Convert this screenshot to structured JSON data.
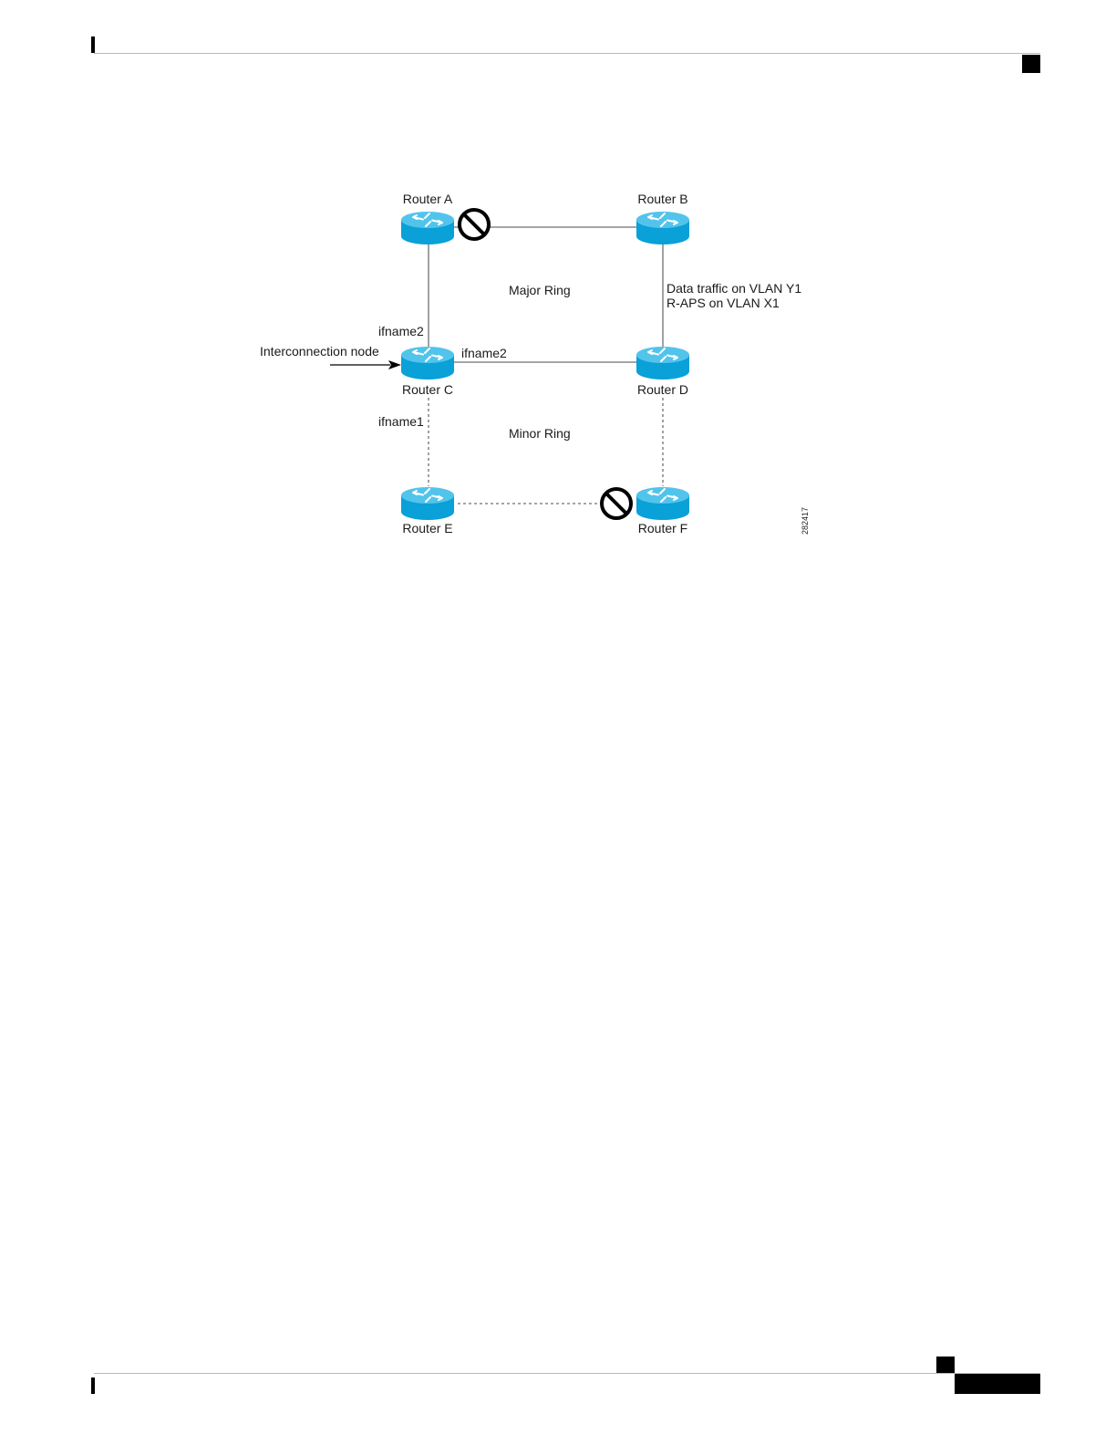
{
  "diagram": {
    "routers": {
      "a": "Router A",
      "b": "Router B",
      "c": "Router C",
      "d": "Router D",
      "e": "Router E",
      "f": "Router F"
    },
    "rings": {
      "major": "Major Ring",
      "minor": "Minor Ring"
    },
    "vlan_note": {
      "line1": "Data traffic on VLAN Y1",
      "line2": "R-APS on VLAN X1"
    },
    "interfaces": {
      "c_up": "ifname2",
      "c_right": "ifname2",
      "c_down": "ifname1"
    },
    "interconnection_label": "Interconnection node",
    "figure_id": "282417",
    "colors": {
      "router_fill": "#0aa0d8",
      "router_top": "#52c4ec",
      "block_symbol": "#000000"
    }
  }
}
